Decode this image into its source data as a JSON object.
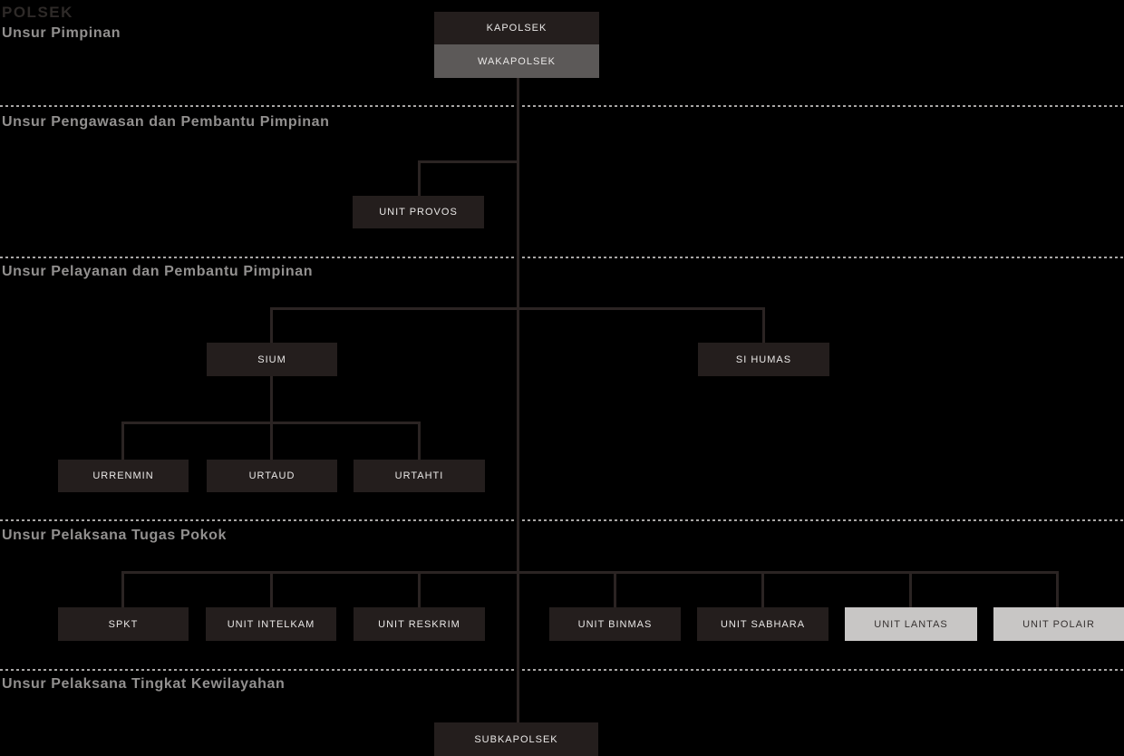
{
  "title": "POLSEK",
  "colors": {
    "background": "#000000",
    "dark_box": "#241e1d",
    "gray_box": "#5c5958",
    "light_box": "#c8c6c5",
    "connector_line": "#2b2423",
    "divider_dash": "#a8a6a5",
    "section_label": "#92908f",
    "title_text": "#2e2a28",
    "box_text_light": "#eae8e7",
    "box_text_dark": "#363130"
  },
  "sections": [
    {
      "label": "Unsur Pimpinan"
    },
    {
      "label": "Unsur Pengawasan dan Pembantu Pimpinan"
    },
    {
      "label": "Unsur Pelayanan dan Pembantu Pimpinan"
    },
    {
      "label": "Unsur Pelaksana Tugas Pokok"
    },
    {
      "label": "Unsur Pelaksana Tingkat Kewilayahan"
    }
  ],
  "nodes": {
    "kapolsek": {
      "label": "KAPOLSEK",
      "variant": "dark"
    },
    "wakapolsek": {
      "label": "WAKAPOLSEK",
      "variant": "gray"
    },
    "unit_provos": {
      "label": "UNIT PROVOS",
      "variant": "dark"
    },
    "sium": {
      "label": "SIUM",
      "variant": "dark"
    },
    "si_humas": {
      "label": "SI HUMAS",
      "variant": "dark"
    },
    "urrenmin": {
      "label": "URRENMIN",
      "variant": "dark"
    },
    "urtaud": {
      "label": "URTAUD",
      "variant": "dark"
    },
    "urtahti": {
      "label": "URTAHTI",
      "variant": "dark"
    },
    "spkt": {
      "label": "SPKT",
      "variant": "dark"
    },
    "unit_intelkam": {
      "label": "UNIT INTELKAM",
      "variant": "dark"
    },
    "unit_reskrim": {
      "label": "UNIT RESKRIM",
      "variant": "dark"
    },
    "unit_binmas": {
      "label": "UNIT BINMAS",
      "variant": "dark"
    },
    "unit_sabhara": {
      "label": "UNIT SABHARA",
      "variant": "dark"
    },
    "unit_lantas": {
      "label": "UNIT LANTAS",
      "variant": "light"
    },
    "unit_polair": {
      "label": "UNIT POLAIR",
      "variant": "light"
    },
    "subkapolsek": {
      "label": "SUBKAPOLSEK",
      "variant": "dark"
    }
  },
  "edges": [
    [
      "kapolsek",
      "wakapolsek"
    ],
    [
      "wakapolsek",
      "unit_provos"
    ],
    [
      "wakapolsek",
      "sium"
    ],
    [
      "wakapolsek",
      "si_humas"
    ],
    [
      "sium",
      "urrenmin"
    ],
    [
      "sium",
      "urtaud"
    ],
    [
      "sium",
      "urtahti"
    ],
    [
      "wakapolsek",
      "spkt"
    ],
    [
      "wakapolsek",
      "unit_intelkam"
    ],
    [
      "wakapolsek",
      "unit_reskrim"
    ],
    [
      "wakapolsek",
      "unit_binmas"
    ],
    [
      "wakapolsek",
      "unit_sabhara"
    ],
    [
      "wakapolsek",
      "unit_lantas"
    ],
    [
      "wakapolsek",
      "unit_polair"
    ],
    [
      "wakapolsek",
      "subkapolsek"
    ]
  ]
}
